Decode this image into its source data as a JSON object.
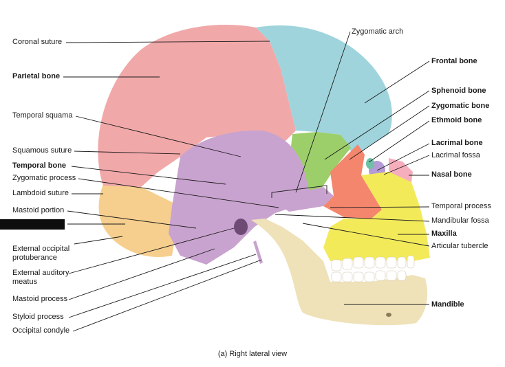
{
  "diagram": {
    "caption": "(a) Right lateral view",
    "labels_left": {
      "coronal_suture": "Coronal suture",
      "parietal_bone": "Parietal bone",
      "temporal_squama": "Temporal squama",
      "squamous_suture": "Squamous suture",
      "temporal_bone": "Temporal bone",
      "zygomatic_process": "Zygomatic process",
      "lambdoid_suture": "Lambdoid suture",
      "mastoid_portion": "Mastoid portion",
      "external_occipital_protuberance": "External occipital protuberance",
      "external_auditory_meatus": "External auditory meatus",
      "mastoid_process": "Mastoid process",
      "styloid_process": "Styloid process",
      "occipital_condyle": "Occipital condyle"
    },
    "labels_right": {
      "zygomatic_arch": "Zygomatic arch",
      "frontal_bone": "Frontal bone",
      "sphenoid_bone": "Sphenoid bone",
      "zygomatic_bone": "Zygomatic bone",
      "ethmoid_bone": "Ethmoid bone",
      "lacrimal_bone": "Lacrimal bone",
      "lacrimal_fossa": "Lacrimal fossa",
      "nasal_bone": "Nasal bone",
      "temporal_process": "Temporal process",
      "mandibular_fossa": "Mandibular fossa",
      "maxilla": "Maxilla",
      "articular_tubercle": "Articular tubercle",
      "mandible": "Mandible"
    },
    "colors": {
      "parietal": "#f1a8a9",
      "frontal": "#9fd4dc",
      "temporal": "#c9a3cf",
      "occipital": "#f6cf8e",
      "sphenoid": "#9ccf6a",
      "zygomatic": "#f4866d",
      "maxilla": "#f3ea5a",
      "mandible": "#efe1b8",
      "nasal": "#f6aebd",
      "lacrimal": "#b49ad6",
      "ethmoid": "#6cc2a7",
      "leader": "#1a1a1a"
    }
  }
}
